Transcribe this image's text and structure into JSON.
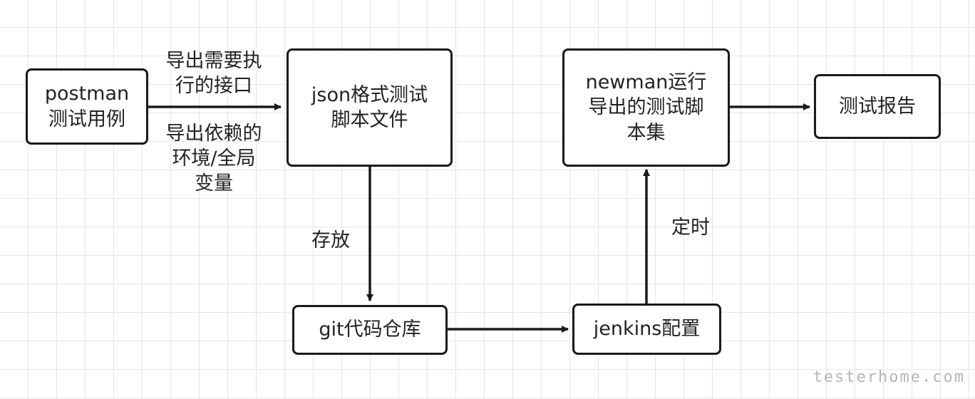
{
  "nodes": {
    "postman": "postman\n测试用例",
    "json": "json格式测试\n脚本文件",
    "git": "git代码仓库",
    "jenkins": "jenkins配置",
    "newman": "newman运行\n导出的测试脚\n本集",
    "report": "测试报告"
  },
  "edge_labels": {
    "export_apis": "导出需要执\n行的接口",
    "export_env": "导出依赖的\n环境/全局\n变量",
    "store": "存放",
    "schedule": "定时"
  },
  "watermark": "testerhome.com"
}
